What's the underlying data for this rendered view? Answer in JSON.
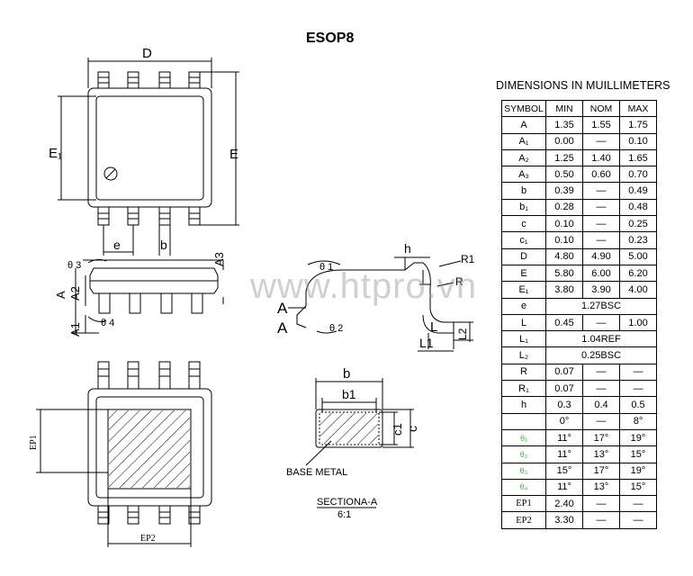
{
  "title": "ESOP8",
  "table_title": "DIMENSIONS IN MUILLIMETERS",
  "headers": [
    "SYMBOL",
    "MIN",
    "NOM",
    "MAX"
  ],
  "rows": [
    {
      "sym": "A",
      "min": "1.35",
      "nom": "1.55",
      "max": "1.75"
    },
    {
      "sym": "A₁",
      "min": "0.00",
      "nom": "—",
      "max": "0.10"
    },
    {
      "sym": "A₂",
      "min": "1.25",
      "nom": "1.40",
      "max": "1.65"
    },
    {
      "sym": "A₃",
      "min": "0.50",
      "nom": "0.60",
      "max": "0.70"
    },
    {
      "sym": "b",
      "min": "0.39",
      "nom": "—",
      "max": "0.49"
    },
    {
      "sym": "b₁",
      "min": "0.28",
      "nom": "—",
      "max": "0.48"
    },
    {
      "sym": "c",
      "min": "0.10",
      "nom": "—",
      "max": "0.25"
    },
    {
      "sym": "c₁",
      "min": "0.10",
      "nom": "—",
      "max": "0.23"
    },
    {
      "sym": "D",
      "min": "4.80",
      "nom": "4.90",
      "max": "5.00"
    },
    {
      "sym": "E",
      "min": "5.80",
      "nom": "6.00",
      "max": "6.20"
    },
    {
      "sym": "E₁",
      "min": "3.80",
      "nom": "3.90",
      "max": "4.00"
    },
    {
      "sym": "e",
      "span": "1.27BSC"
    },
    {
      "sym": "L",
      "min": "0.45",
      "nom": "—",
      "max": "1.00"
    },
    {
      "sym": "L₁",
      "span": "1.04REF"
    },
    {
      "sym": "L₂",
      "span": "0.25BSC"
    },
    {
      "sym": "R",
      "min": "0.07",
      "nom": "—",
      "max": "—"
    },
    {
      "sym": "R₁",
      "min": "0.07",
      "nom": "—",
      "max": "—"
    },
    {
      "sym": "h",
      "min": "0.3",
      "nom": "0.4",
      "max": "0.5"
    },
    {
      "sym": "",
      "min": "0°",
      "nom": "—",
      "max": "8°"
    },
    {
      "sym": "θ₁",
      "min": "11°",
      "nom": "17°",
      "max": "19°",
      "theta": true
    },
    {
      "sym": "θ₂",
      "min": "11°",
      "nom": "13°",
      "max": "15°",
      "theta": true
    },
    {
      "sym": "θ₃",
      "min": "15°",
      "nom": "17°",
      "max": "19°",
      "theta": true
    },
    {
      "sym": "θ₄",
      "min": "11°",
      "nom": "13°",
      "max": "15°",
      "theta": true
    },
    {
      "sym": "EP1",
      "min": "2.40",
      "nom": "—",
      "max": "—",
      "serif": true
    },
    {
      "sym": "EP2",
      "min": "3.30",
      "nom": "—",
      "max": "—",
      "serif": true
    }
  ],
  "labels": {
    "D": "D",
    "E1": "E₁",
    "E": "E",
    "e": "e",
    "b": "b",
    "theta3": "θ 3",
    "theta4": "θ 4",
    "A3": "A3",
    "A": "A",
    "A2": "A2",
    "A1": "A1",
    "h": "h",
    "R1": "R1",
    "R": "R",
    "theta1": "θ 1",
    "theta2": "θ 2",
    "L": "L",
    "L1": "L1",
    "L2": "L2",
    "A_side1": "A",
    "A_side2": "A",
    "sec_b": "b",
    "sec_b1": "b1",
    "sec_c1": "c1",
    "sec_c": "c",
    "base_metal": "BASE METAL",
    "section": "SECTIONA-A",
    "scale": "6:1",
    "EP1": "EP1",
    "EP2": "EP2"
  },
  "watermark": "www.htpro.vn",
  "theta_color": "#4caf50"
}
